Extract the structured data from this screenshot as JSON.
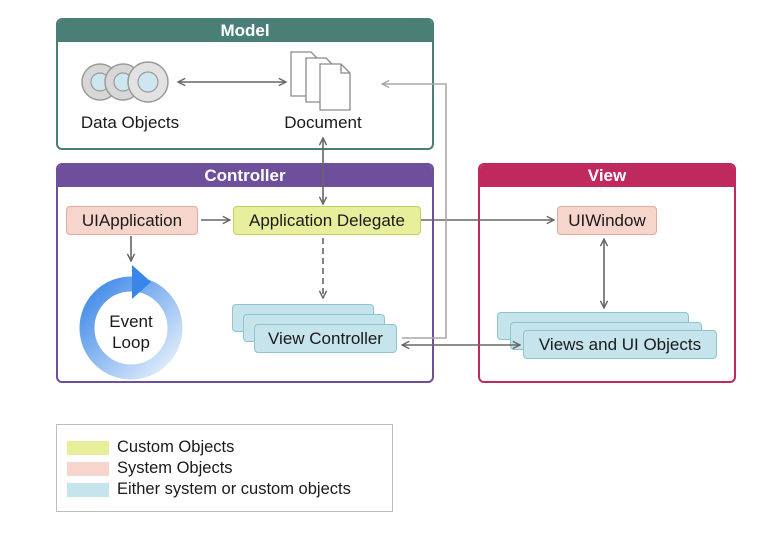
{
  "model": {
    "title": "Model",
    "data_objects": "Data Objects",
    "document": "Document"
  },
  "controller": {
    "title": "Controller",
    "ui_application": "UIApplication",
    "app_delegate": "Application Delegate",
    "event_loop": [
      "Event",
      "Loop"
    ],
    "view_controller": "View Controller"
  },
  "view": {
    "title": "View",
    "ui_window": "UIWindow",
    "views": "Views and UI Objects"
  },
  "legend": {
    "custom": "Custom Objects",
    "system": "System Objects",
    "either": "Either system or custom objects"
  },
  "colors": {
    "model": "#4a7f78",
    "controller": "#6e4f9c",
    "view": "#c0295e",
    "custom": "#e7ee9c",
    "system": "#f6d5cc",
    "either": "#c6e4eb",
    "arrow": "#666666",
    "loop": "#3a86e8"
  }
}
